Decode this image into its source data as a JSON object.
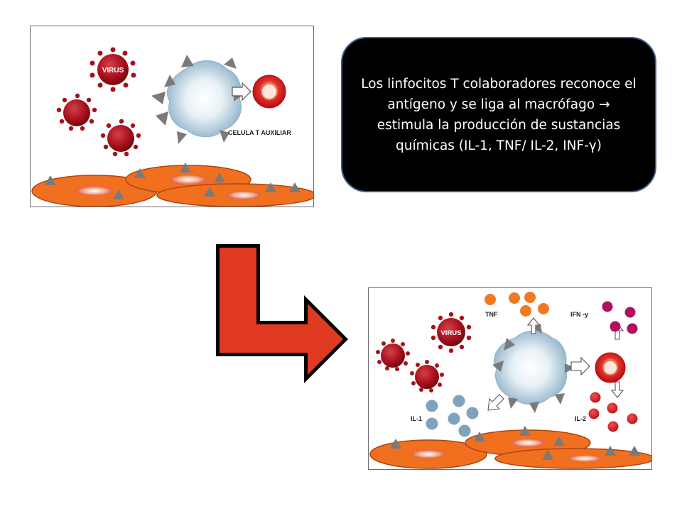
{
  "callout": {
    "text": "Los linfocitos T colaboradores reconoce el antígeno y se liga al macrófago → estimula la producción de sustancias químicas (IL-1, TNF/ IL-2, INF-γ)"
  },
  "top_panel": {
    "virus_label": "VIRUS",
    "helper_cell_label": "CELULA T AUXILIAR"
  },
  "bottom_panel": {
    "virus_label": "VIRUS",
    "tnf_label": "TNF",
    "ifn_label": "IFN -y",
    "il1_label": "IL-1",
    "il2_label": "IL-2"
  },
  "colors": {
    "virus": "#a8101c",
    "macrophage": "#bcd4e4",
    "helper_cell": "#d9141e",
    "host_cell": "#f07020",
    "receptor": "#7a7a7a",
    "tnf": "#f07a22",
    "ifn": "#b0105a",
    "il1": "#7fa3bc",
    "il2": "#d4141e",
    "flow_arrow": "#e03a22",
    "callout_bg": "#000000",
    "callout_border": "#3e5f8a"
  },
  "icons": {
    "flow": "l-shaped-right-arrow-icon",
    "signal": "hollow-arrow-icon"
  }
}
